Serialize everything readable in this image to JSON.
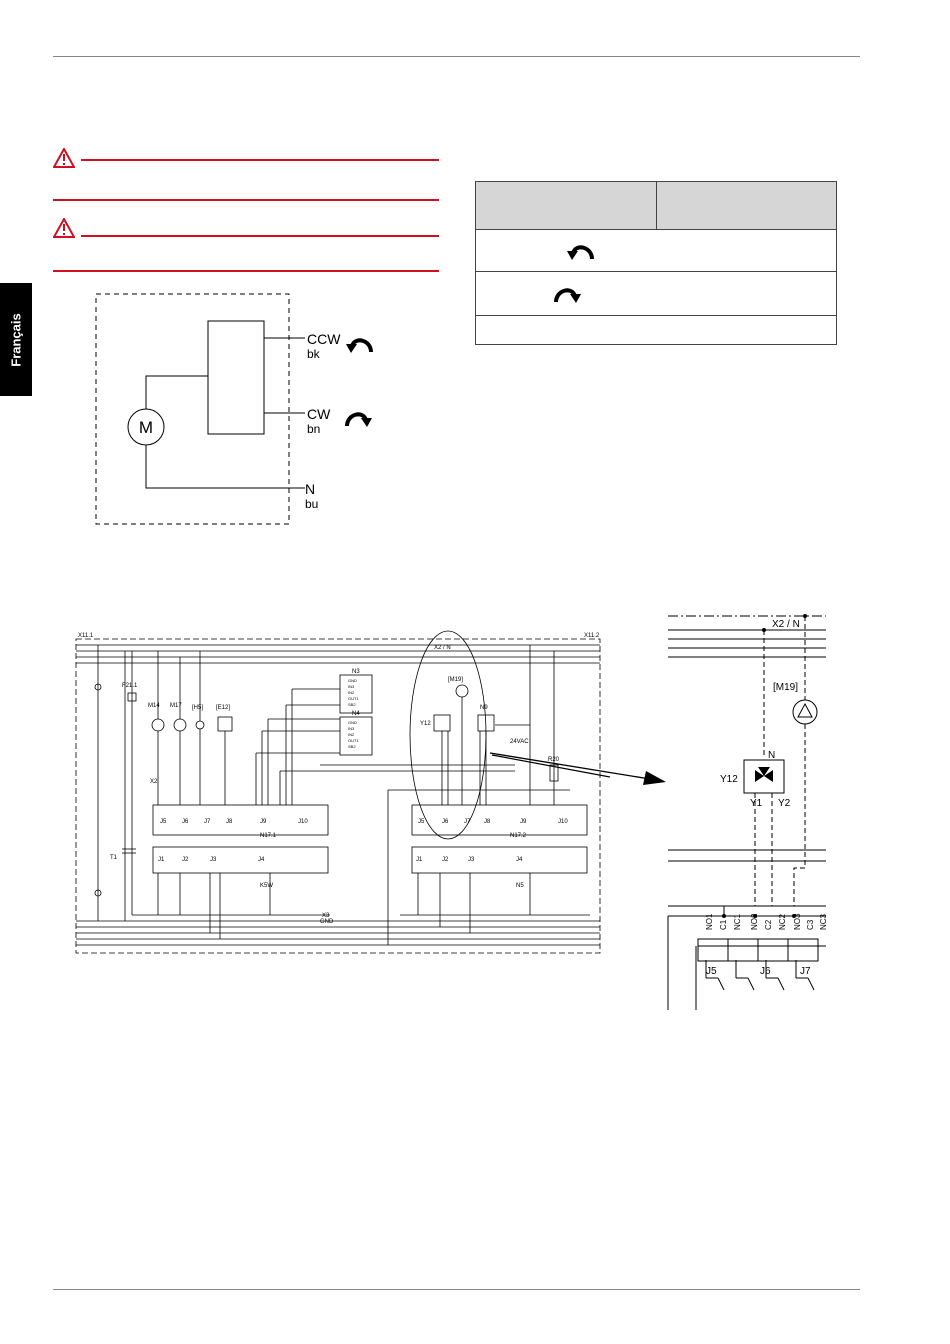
{
  "sidebar": {
    "language_tab": "Français"
  },
  "motor_diagram": {
    "motor_label": "M",
    "ccw_label": "CCW",
    "ccw_wire": "bk",
    "cw_label": "CW",
    "cw_wire": "bn",
    "n_label": "N",
    "n_wire": "bu"
  },
  "schematic": {
    "left_terminal_strip": "X11.1",
    "right_terminal_strip": "X11.2",
    "controller_1": "N17.1",
    "controller_2": "N17.2",
    "relay_outputs": [
      "J5",
      "J6",
      "J7",
      "J8",
      "J9",
      "J10"
    ],
    "inputs": [
      "J1",
      "J2",
      "J3",
      "J4"
    ],
    "pumps": [
      "M14",
      "M17"
    ],
    "heater": "[H5]",
    "mixer_1": "[E12]",
    "fuse": "F21.1",
    "transformer": "T1",
    "sensor_module_1": "N3",
    "sensor_module_2": "N4",
    "sensor_module_2b": "N9",
    "valve": "Y12",
    "pump_m19": "[M19]",
    "resistor": "R20",
    "voltage": "24VAC",
    "x2_n": "X2 / N",
    "x3_label": "X3",
    "gnd_label": "GND",
    "k5w": "K5W",
    "n5": "N5",
    "x2_m14": "X2",
    "module_rows": [
      "GND",
      "IN3",
      "IN2",
      "OUT1",
      "SB2"
    ]
  },
  "detail": {
    "x2_n": "X2 / N",
    "pump": "[M19]",
    "valve": "Y12",
    "valve_n": "N",
    "valve_y1": "Y1",
    "valve_y2": "Y2",
    "contacts": [
      "NO1",
      "C1",
      "NC1",
      "NO2",
      "C2",
      "NC2",
      "NO3",
      "C3",
      "NC3"
    ],
    "relays": [
      "J5",
      "J6",
      "J7"
    ]
  }
}
